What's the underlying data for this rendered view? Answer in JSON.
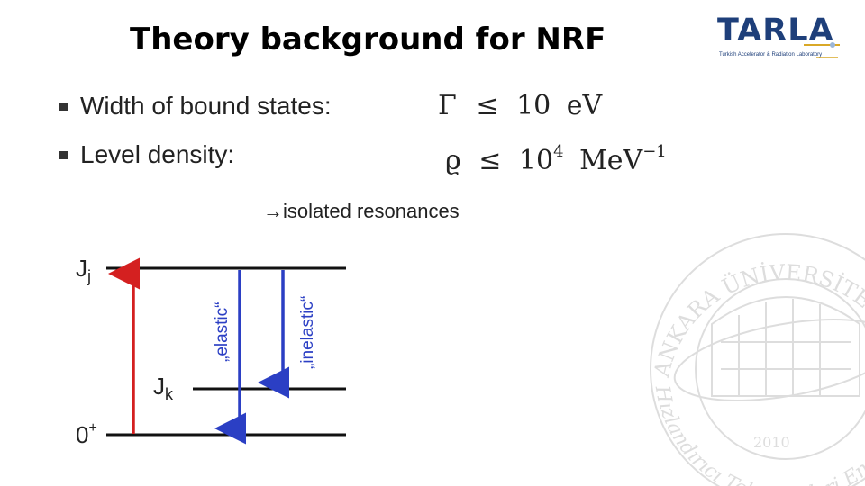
{
  "title": "Theory background for NRF",
  "bullets": [
    {
      "label": "Width of bound states:"
    },
    {
      "label": "Level density:"
    }
  ],
  "formulas": {
    "width": {
      "symbol": "Γ",
      "relation": "≤",
      "value": "10",
      "unit": "eV"
    },
    "density": {
      "symbol": "ϱ",
      "relation": "≤",
      "base": "10",
      "exponent": "4",
      "unit": "MeV",
      "unit_exponent": "−1"
    }
  },
  "note": "→isolated resonances",
  "level_scheme": {
    "levels": [
      {
        "label": "J",
        "sub": "j"
      },
      {
        "label": "J",
        "sub": "k"
      },
      {
        "label": "0",
        "sup": "+"
      }
    ],
    "transitions": [
      {
        "label": "„elastic“",
        "color": "#2b3fc4"
      },
      {
        "label": "„inelastic“",
        "color": "#2b3fc4"
      }
    ],
    "excitation_color": "#d42020"
  },
  "logo": {
    "text": "TARLA",
    "subtitle": "Turkish Accelerator & Radiation Laboratory"
  },
  "watermark": {
    "text_top": "ANKARA ÜNİVERSİTESİ",
    "text_bottom": "Hızlandırıcı Teknolojileri Enstitüsü",
    "year": "2010"
  }
}
